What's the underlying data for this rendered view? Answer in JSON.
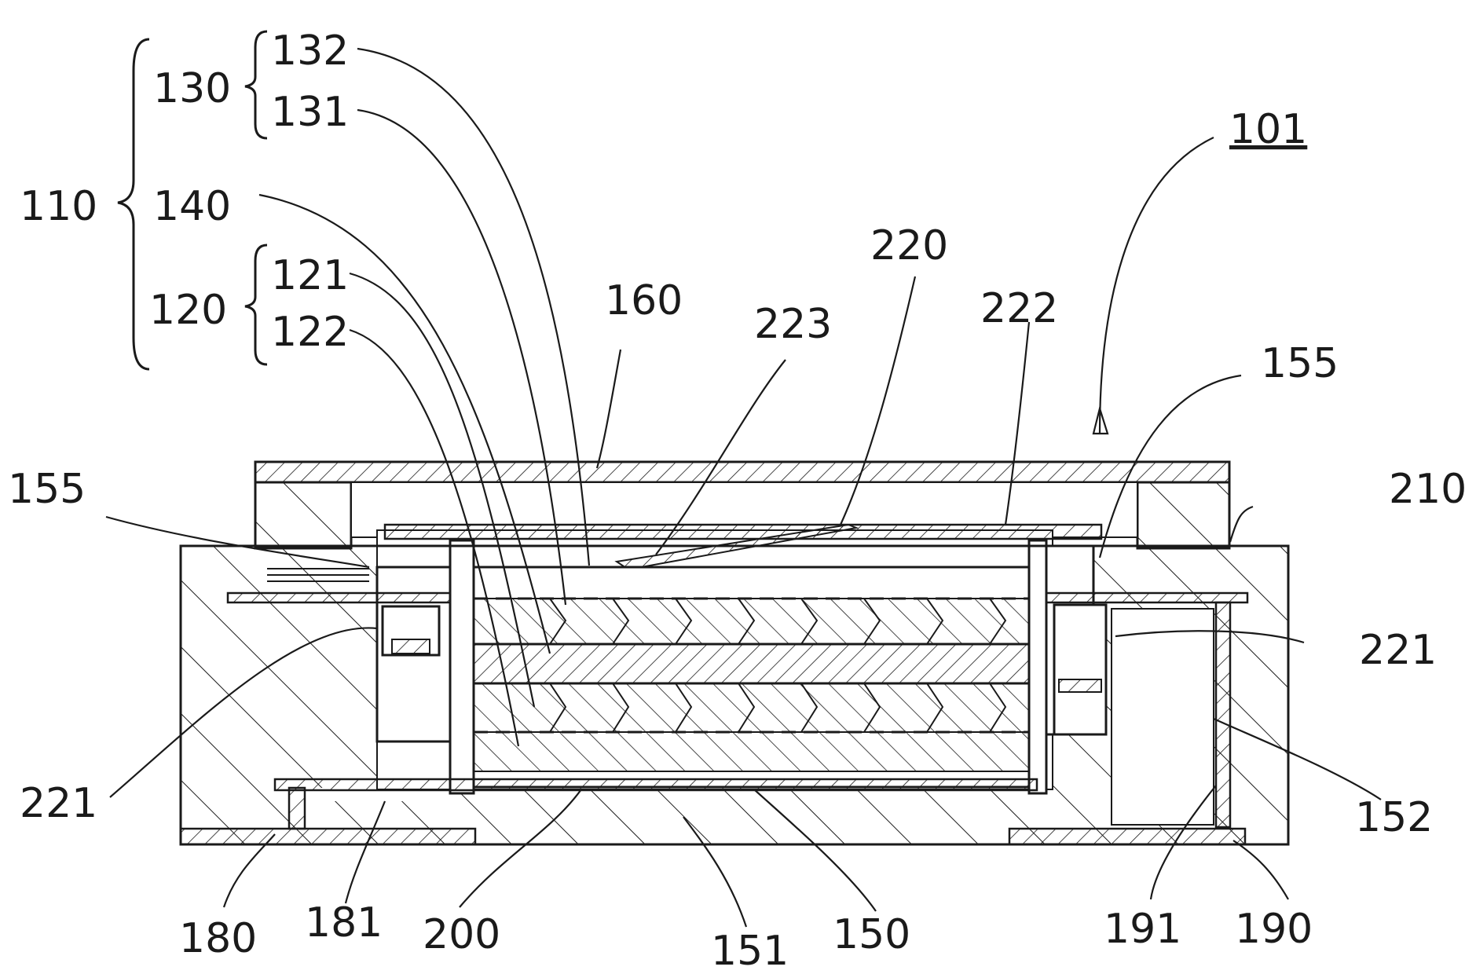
{
  "figure": {
    "reference_label": "101",
    "labels": {
      "l110": "110",
      "l130": "130",
      "l132": "132",
      "l131": "131",
      "l140": "140",
      "l120": "120",
      "l121": "121",
      "l122": "122",
      "l160": "160",
      "l223": "223",
      "l220": "220",
      "l222": "222",
      "l155_right": "155",
      "l155_left": "155",
      "l210": "210",
      "l221_right": "221",
      "l221_left": "221",
      "l152": "152",
      "l180": "180",
      "l181": "181",
      "l200": "200",
      "l151": "151",
      "l150": "150",
      "l191": "191",
      "l190": "190"
    }
  }
}
